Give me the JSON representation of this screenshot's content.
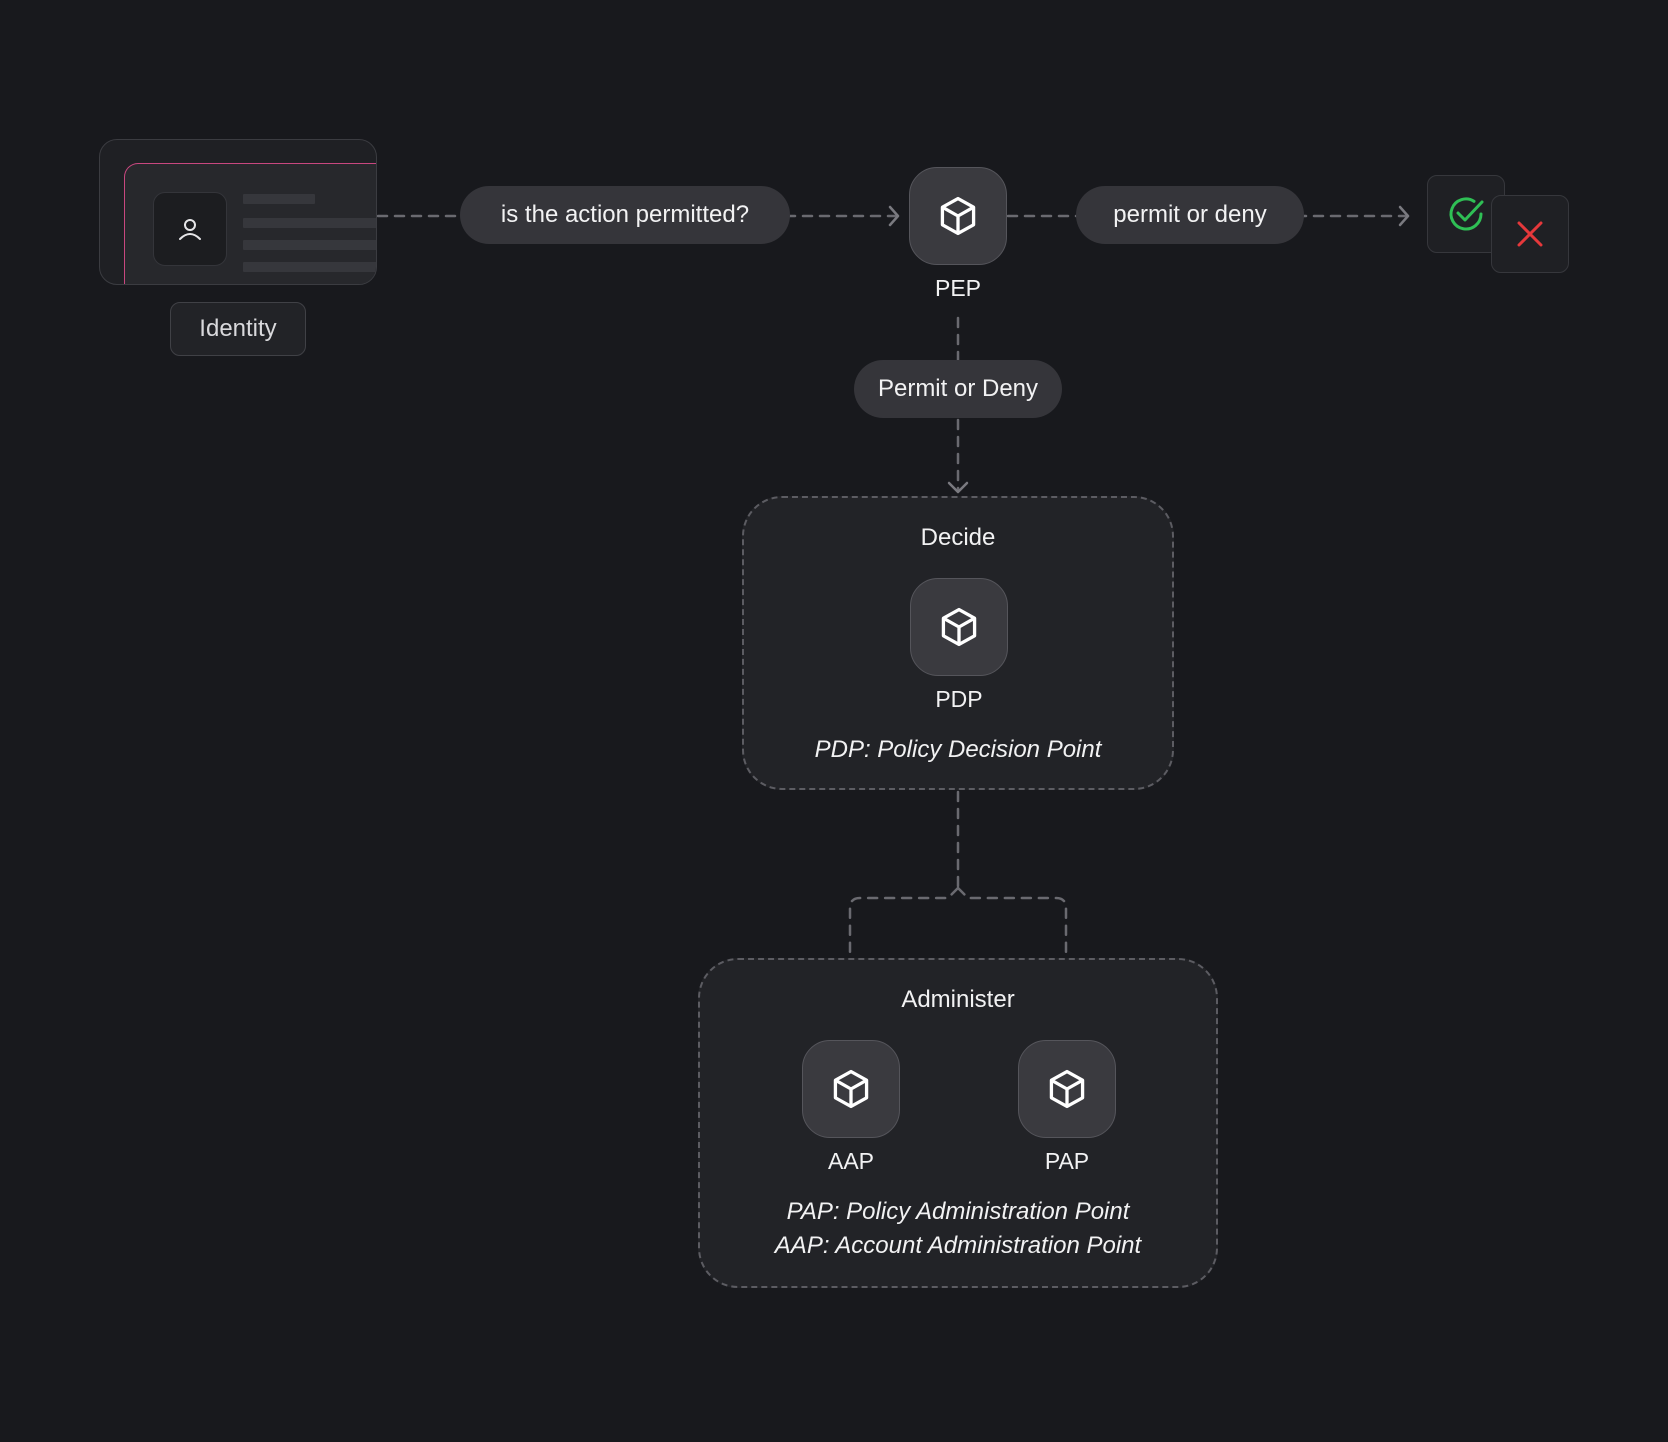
{
  "identity": {
    "label": "Identity"
  },
  "edges": {
    "request_label": "is the action permitted?",
    "response_label": "permit or deny",
    "decision_label": "Permit or Deny"
  },
  "nodes": {
    "pep": {
      "label": "PEP",
      "icon": "cube-icon"
    },
    "pdp": {
      "label": "PDP",
      "icon": "cube-icon"
    },
    "aap": {
      "label": "AAP",
      "icon": "cube-icon"
    },
    "pap": {
      "label": "PAP",
      "icon": "cube-icon"
    }
  },
  "groups": {
    "decide": {
      "title": "Decide",
      "note": "PDP:  Policy Decision Point"
    },
    "administer": {
      "title": "Administer",
      "notes": [
        "PAP: Policy Administration Point",
        "AAP: Account Administration Point"
      ]
    }
  },
  "results": {
    "permit_icon": "check-circle-icon",
    "deny_icon": "x-icon",
    "permit_color": "#2fbf55",
    "deny_color": "#e5383b"
  },
  "colors": {
    "background": "#18191d",
    "accent_card_border": "#c8477f",
    "connector": "#6a6a70"
  }
}
